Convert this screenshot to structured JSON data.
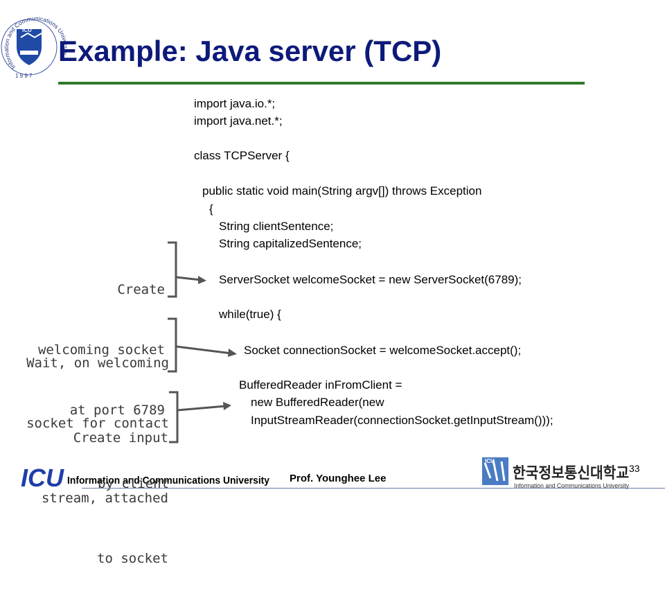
{
  "slide": {
    "title": "Example: Java server (TCP)",
    "presenter": "Prof. Younghee Lee",
    "page_number": "33"
  },
  "logo": {
    "seal_text": "Information and Communications University",
    "seal_year": "1 9 9 7",
    "seal_short": "ICU"
  },
  "code_lines": [
    "import java.io.*;",
    "import java.net.*;",
    "class TCPServer {",
    "public static void main(String argv[]) throws Exception",
    "{",
    "String clientSentence;",
    "String capitalizedSentence;",
    "ServerSocket welcomeSocket = new ServerSocket(6789);",
    "while(true) {",
    "Socket connectionSocket = welcomeSocket.accept();",
    "BufferedReader inFromClient =",
    "new BufferedReader(new",
    "InputStreamReader(connectionSocket.getInputStream()));"
  ],
  "annotations": [
    {
      "lines": [
        "Create",
        "welcoming socket",
        "at port 6789"
      ]
    },
    {
      "lines": [
        "Wait, on welcoming",
        "socket for contact",
        "by client"
      ]
    },
    {
      "lines": [
        "Create input",
        "stream, attached",
        "to socket"
      ]
    }
  ],
  "footer": {
    "university_name": "Information and Communications University",
    "logo_letters": "ICU",
    "korean_name": "한국정보통신대학교",
    "korean_subtitle": "Information and Communications University"
  },
  "colors": {
    "title": "#0d1a7a",
    "title_rule": "#2f7a2c",
    "logo_blue": "#1f3ea8",
    "annotation": "#3a3a3a"
  }
}
